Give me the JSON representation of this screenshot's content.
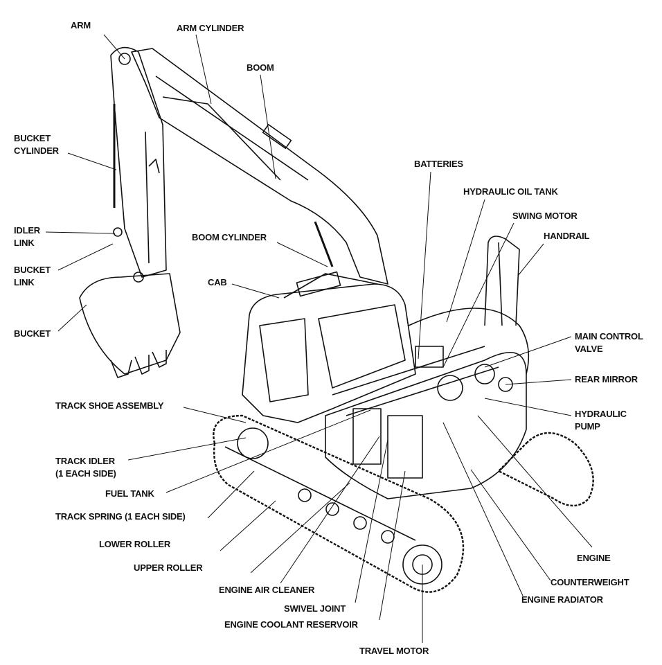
{
  "labels": {
    "arm": "ARM",
    "arm_cylinder": "ARM CYLINDER",
    "boom": "BOOM",
    "bucket_cylinder": [
      "BUCKET",
      "CYLINDER"
    ],
    "idler_link": [
      "IDLER",
      "LINK"
    ],
    "bucket_link": [
      "BUCKET",
      "LINK"
    ],
    "bucket": "BUCKET",
    "boom_cylinder": "BOOM CYLINDER",
    "cab": "CAB",
    "batteries": "BATTERIES",
    "hydraulic_oil_tank": "HYDRAULIC OIL TANK",
    "swing_motor": "SWING MOTOR",
    "handrail": "HANDRAIL",
    "main_control_valve": [
      "MAIN CONTROL",
      "VALVE"
    ],
    "rear_mirror": "REAR MIRROR",
    "hydraulic_pump": [
      "HYDRAULIC",
      "PUMP"
    ],
    "track_shoe_assembly": "TRACK SHOE ASSEMBLY",
    "track_idler": [
      "TRACK IDLER",
      "(1 EACH SIDE)"
    ],
    "fuel_tank": "FUEL TANK",
    "track_spring": "TRACK SPRING (1 EACH SIDE)",
    "lower_roller": "LOWER ROLLER",
    "upper_roller": "UPPER ROLLER",
    "engine_air_cleaner": "ENGINE AIR CLEANER",
    "swivel_joint": "SWIVEL JOINT",
    "engine_coolant_reservoir": "ENGINE COOLANT RESERVOIR",
    "travel_motor": "TRAVEL MOTOR",
    "engine": "ENGINE",
    "counterweight": "COUNTERWEIGHT",
    "engine_radiator": "ENGINE RADIATOR"
  }
}
